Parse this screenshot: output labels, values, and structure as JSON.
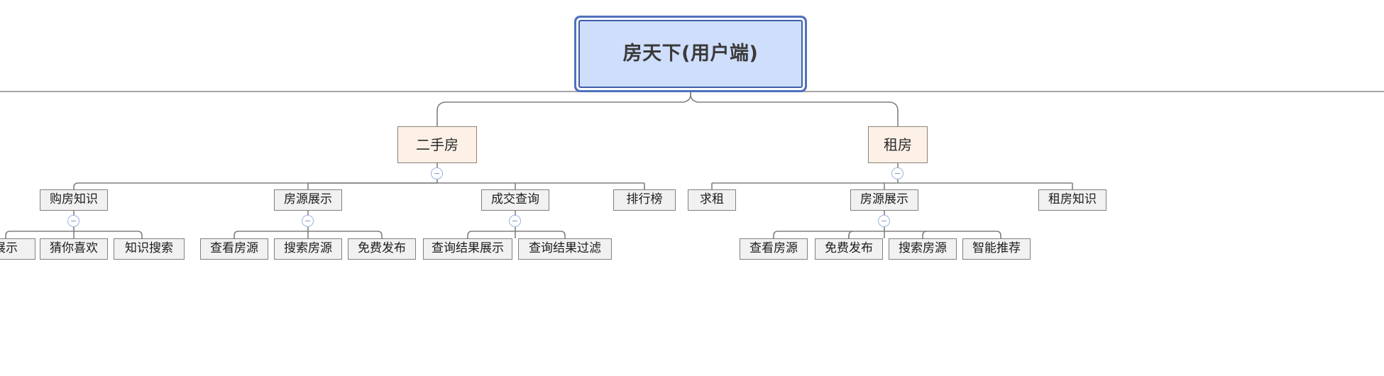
{
  "diagram": {
    "type": "tree-mindmap",
    "title": "房天下(用户端)",
    "orientation": "top-down",
    "colors": {
      "root_fill": "#cfdefb",
      "root_border": "#4f72bd",
      "category_fill": "#fdf1e7",
      "category_border": "#8d8178",
      "node_fill": "#f1f1f1",
      "node_border": "#808080",
      "connector": "#808080",
      "toggle_border": "#9ab3e0",
      "canvas": "#ffffff"
    },
    "toggle_state": "expanded",
    "toggle_glyph": "minus"
  },
  "nodes": {
    "root": {
      "label": "房天下(用户端)"
    },
    "level2": [
      {
        "id": "ershoufang",
        "label": "二手房"
      },
      {
        "id": "zufang",
        "label": "租房"
      }
    ],
    "level3": [
      {
        "id": "goufangzhishi",
        "label": "购房知识",
        "parent": "ershoufang",
        "collapsible": true
      },
      {
        "id": "fangyuanzhanshi-1",
        "label": "房源展示",
        "parent": "ershoufang",
        "collapsible": true
      },
      {
        "id": "chengjiaochaxun",
        "label": "成交查询",
        "parent": "ershoufang",
        "collapsible": true
      },
      {
        "id": "paihangbang",
        "label": "排行榜",
        "parent": "ershoufang",
        "collapsible": false
      },
      {
        "id": "qiuzu",
        "label": "求租",
        "parent": "zufang",
        "collapsible": false
      },
      {
        "id": "fangyuanzhanshi-2",
        "label": "房源展示",
        "parent": "zufang",
        "collapsible": true
      },
      {
        "id": "zufangzhishi",
        "label": "租房知识",
        "parent": "zufang",
        "collapsible": false
      }
    ],
    "level4": [
      {
        "id": "leaf-zhanshi",
        "label": "展示",
        "parent": "goufangzhishi",
        "clipped": true
      },
      {
        "id": "leaf-cainixihuan",
        "label": "猜你喜欢",
        "parent": "goufangzhishi",
        "clipped": false
      },
      {
        "id": "leaf-zhishisousuo",
        "label": "知识搜索",
        "parent": "goufangzhishi",
        "clipped": false
      },
      {
        "id": "leaf-chakanfangyuan-1",
        "label": "查看房源",
        "parent": "fangyuanzhanshi-1",
        "clipped": false
      },
      {
        "id": "leaf-sousuofangyuan-1",
        "label": "搜索房源",
        "parent": "fangyuanzhanshi-1",
        "clipped": false
      },
      {
        "id": "leaf-mianfeifabu-1",
        "label": "免费发布",
        "parent": "fangyuanzhanshi-1",
        "clipped": false
      },
      {
        "id": "leaf-chaxunjieguozhanshi",
        "label": "查询结果展示",
        "parent": "chengjiaochaxun",
        "clipped": false
      },
      {
        "id": "leaf-chaxunjieguoguolv",
        "label": "查询结果过滤",
        "parent": "chengjiaochaxun",
        "clipped": false
      },
      {
        "id": "leaf-chakanfangyuan-2",
        "label": "查看房源",
        "parent": "fangyuanzhanshi-2",
        "clipped": false
      },
      {
        "id": "leaf-mianfeifabu-2",
        "label": "免费发布",
        "parent": "fangyuanzhanshi-2",
        "clipped": false
      },
      {
        "id": "leaf-sousuofangyuan-2",
        "label": "搜索房源",
        "parent": "fangyuanzhanshi-2",
        "clipped": false
      },
      {
        "id": "leaf-zhinengtuijian",
        "label": "智能推荐",
        "parent": "fangyuanzhanshi-2",
        "clipped": false
      }
    ]
  }
}
